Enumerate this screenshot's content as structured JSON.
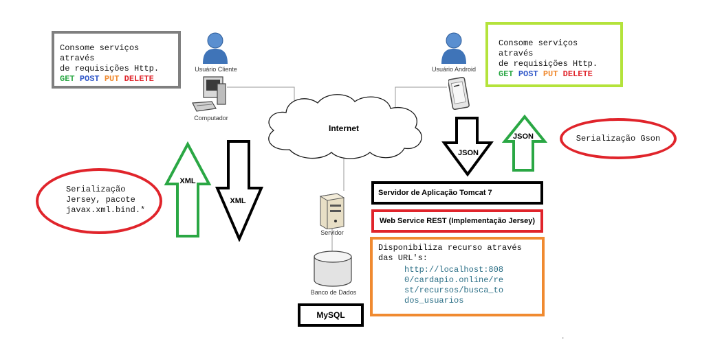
{
  "colors": {
    "gray_border": "#7f7f7f",
    "lime_border": "#b4e33b",
    "red": "#e0242b",
    "orange": "#f08a30",
    "green_arrow": "#2aa744",
    "get": "#2aa744",
    "post": "#2f57c9",
    "put": "#f08a30",
    "delete": "#e0242b",
    "url": "#2b6f86"
  },
  "client": {
    "note_line1": "Consome serviços através",
    "note_line2": "de requisições Http.",
    "methods": [
      "GET",
      "POST",
      "PUT",
      "DELETE"
    ],
    "user_label": "Usuário Cliente",
    "computer_label": "Computador"
  },
  "android": {
    "note_line1": "Consome serviços através",
    "note_line2": "de requisições Http.",
    "methods": [
      "GET",
      "POST",
      "PUT",
      "DELETE"
    ],
    "user_label": "Usuário Android"
  },
  "internet_label": "Internet",
  "server_label": "Servidor",
  "db_label": "Banco de Dados",
  "mysql_label": "MySQL",
  "arrows": {
    "xml_up": "XML",
    "xml_down": "XML",
    "json_down": "JSON",
    "json_up": "JSON"
  },
  "serial_jersey": {
    "line1": "Serialização",
    "line2": "Jersey, pacote",
    "line3": "javax.xml.bind.*"
  },
  "serial_gson": "Serialização Gson",
  "tomcat_label": "Servidor de Aplicação Tomcat 7",
  "rest_label": "Web Service REST (Implementação Jersey)",
  "resource": {
    "line1": "Disponibiliza recurso através",
    "line2": "das URL's:",
    "url_lines": [
      "http://localhost:808",
      "0/cardapio.online/re",
      "st/recursos/busca_to",
      "dos_usuarios"
    ]
  },
  "footer_dot": "."
}
